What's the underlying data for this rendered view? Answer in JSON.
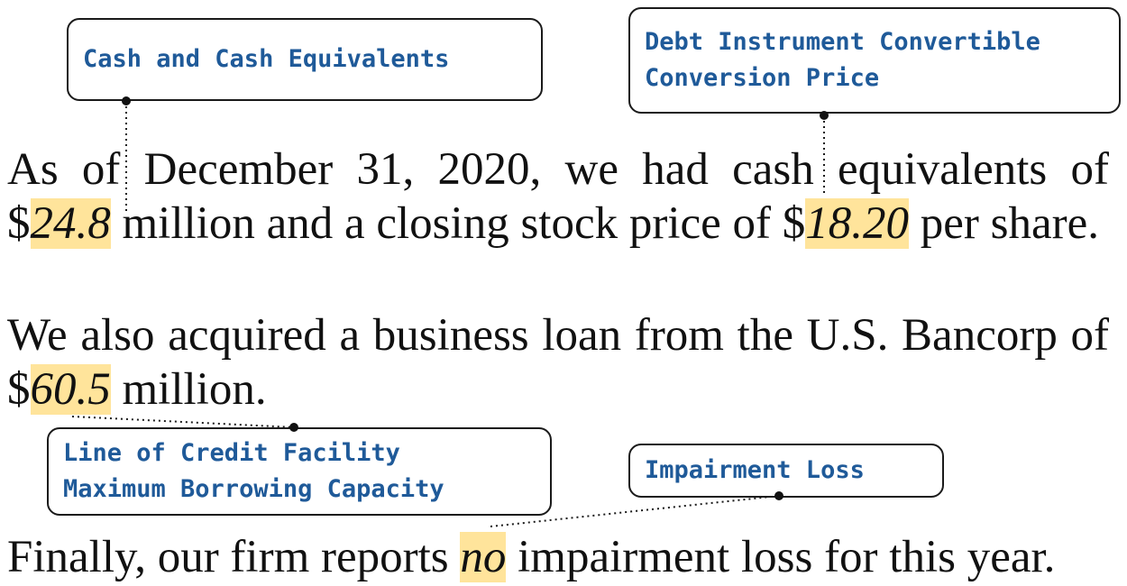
{
  "callouts": {
    "cash": "Cash and Cash Equivalents",
    "debt_line1": "Debt Instrument Convertible",
    "debt_line2": "Conversion Price",
    "credit_line1": "Line of Credit Facility",
    "credit_line2": "Maximum Borrowing Capacity",
    "impairment": "Impairment Loss"
  },
  "paragraph1": {
    "line1": "As of December 31, 2020, we had cash equivalents of",
    "line2_pre": "$",
    "value_cash": "24.8",
    "line2_mid": " million and a closing stock price of $",
    "value_price": "18.20",
    "line2_post": " per share."
  },
  "paragraph2": {
    "line1": "We also acquired a business loan from the U.S. Bancorp of",
    "line2_pre": "$",
    "value_loan": "60.5",
    "line2_post": " million."
  },
  "paragraph3": {
    "pre": "Finally, our firm reports ",
    "value_impairment": "no",
    "post": " impairment loss for this year."
  },
  "colors": {
    "highlight": "#ffe49b",
    "label_text": "#1f5a99",
    "border": "#1a1a1a"
  }
}
